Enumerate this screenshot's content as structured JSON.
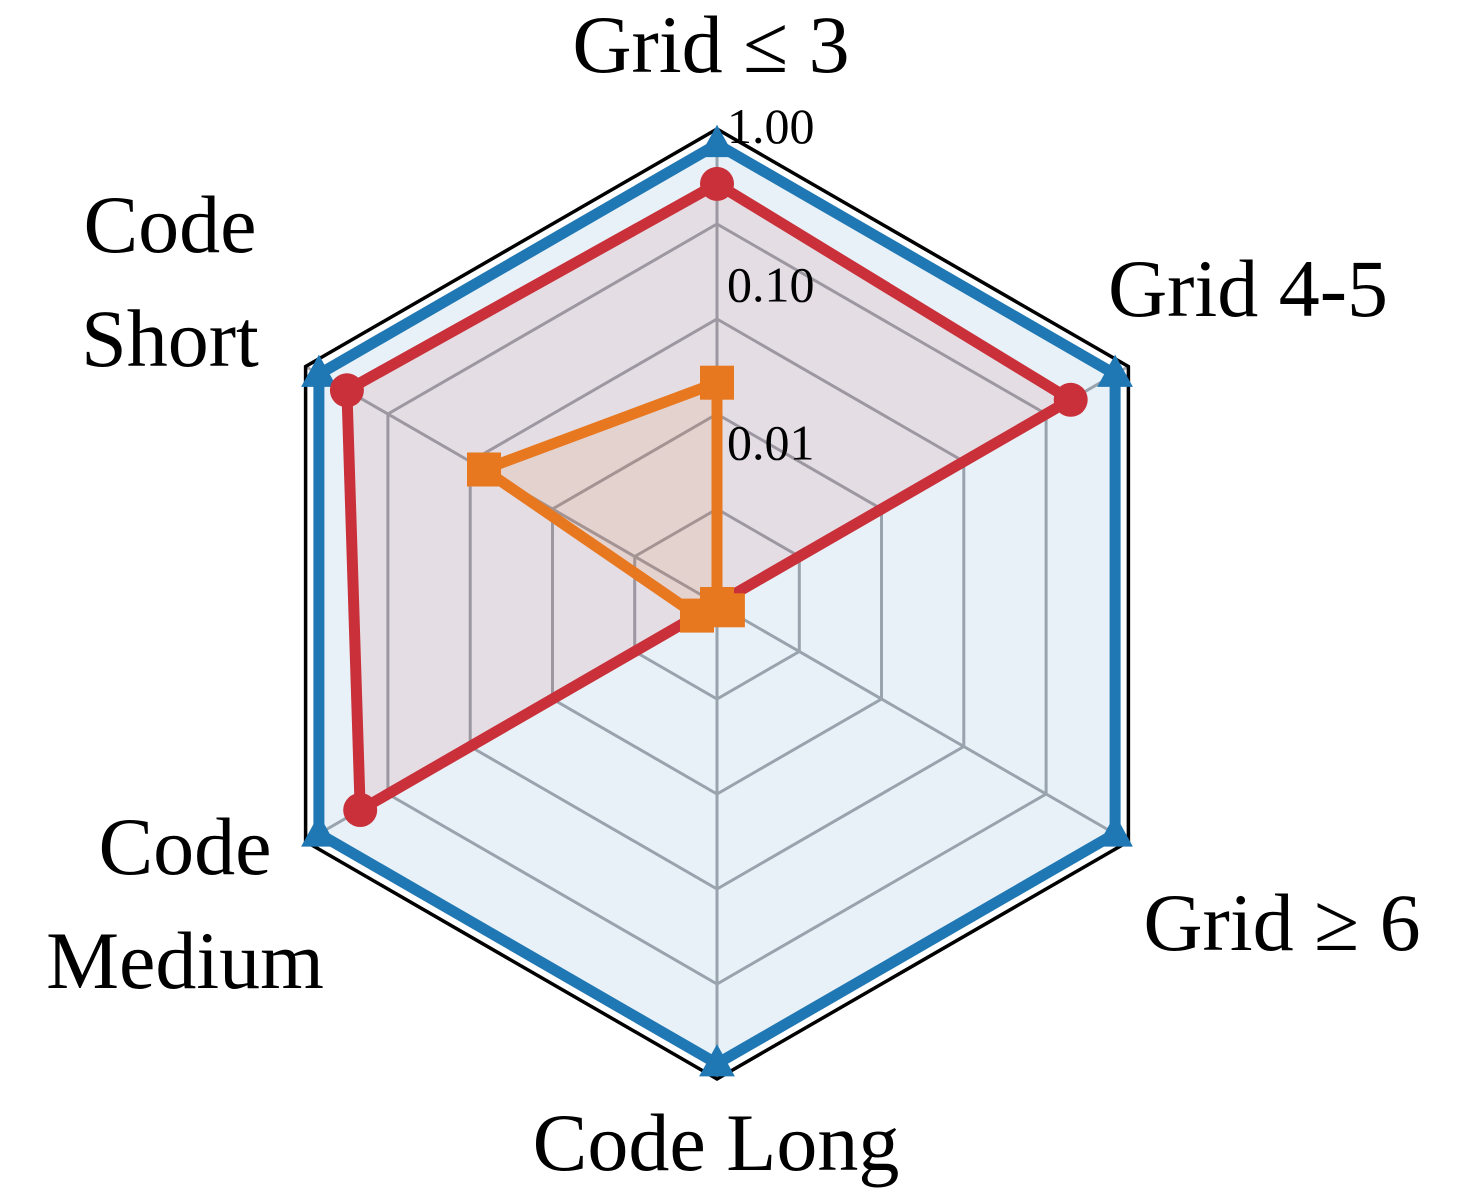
{
  "chart_data": {
    "type": "radar",
    "title": "",
    "axes": [
      [
        "Grid ≤ 3"
      ],
      [
        "Grid 4-5"
      ],
      [
        "Grid ≥ 6"
      ],
      [
        "Code Long"
      ],
      [
        "Code",
        "Medium"
      ],
      [
        "Code",
        "Short"
      ]
    ],
    "scale": "log",
    "range": [
      0.001,
      1.0
    ],
    "ticks": [
      0.01,
      0.1,
      1.0
    ],
    "tick_labels": [
      "0.01",
      "0.10",
      "1.00"
    ],
    "grid": true,
    "series": [
      {
        "color": "#1f77b4",
        "marker": "triangle",
        "values": [
          0.8,
          0.8,
          0.8,
          0.8,
          0.8,
          0.8
        ]
      },
      {
        "color": "#c9303a",
        "marker": "circle",
        "values": [
          0.45,
          0.38,
          0.001,
          0.001,
          0.4,
          0.5
        ]
      },
      {
        "color": "#e8781f",
        "marker": "square",
        "values": [
          0.025,
          0.001,
          0.0012,
          0.001,
          0.0014,
          0.05
        ]
      }
    ]
  }
}
